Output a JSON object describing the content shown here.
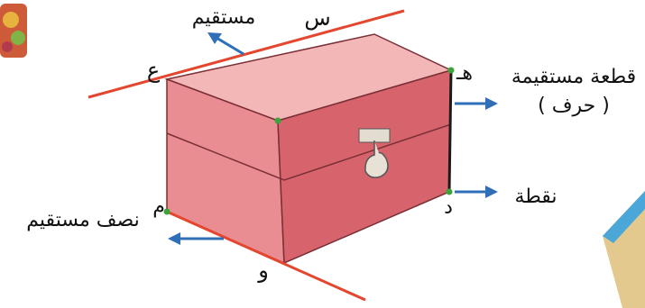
{
  "labels": {
    "line": "مستقيم",
    "segment_line1": "قطعة مستقيمة",
    "segment_line2": "( حرف )",
    "point": "نقطة",
    "ray": "نصف مستقيم"
  },
  "points": {
    "s": "س",
    "ain": "ع",
    "ha": "هـ",
    "dal": "د",
    "mim": "م",
    "waw": "و"
  },
  "colors": {
    "line_red": "#e5462f",
    "arrow_blue": "#2f6fb8",
    "box_top": "#f4b7b8",
    "box_front": "#e98d92",
    "box_side": "#d7646c",
    "vertex_green": "#3aa43a",
    "edge_dark": "#1a1a1a"
  },
  "icons": {
    "latch": "latch-icon",
    "corner_left": "decorative-thumbnail",
    "corner_right": "decorative-thumbnail"
  }
}
